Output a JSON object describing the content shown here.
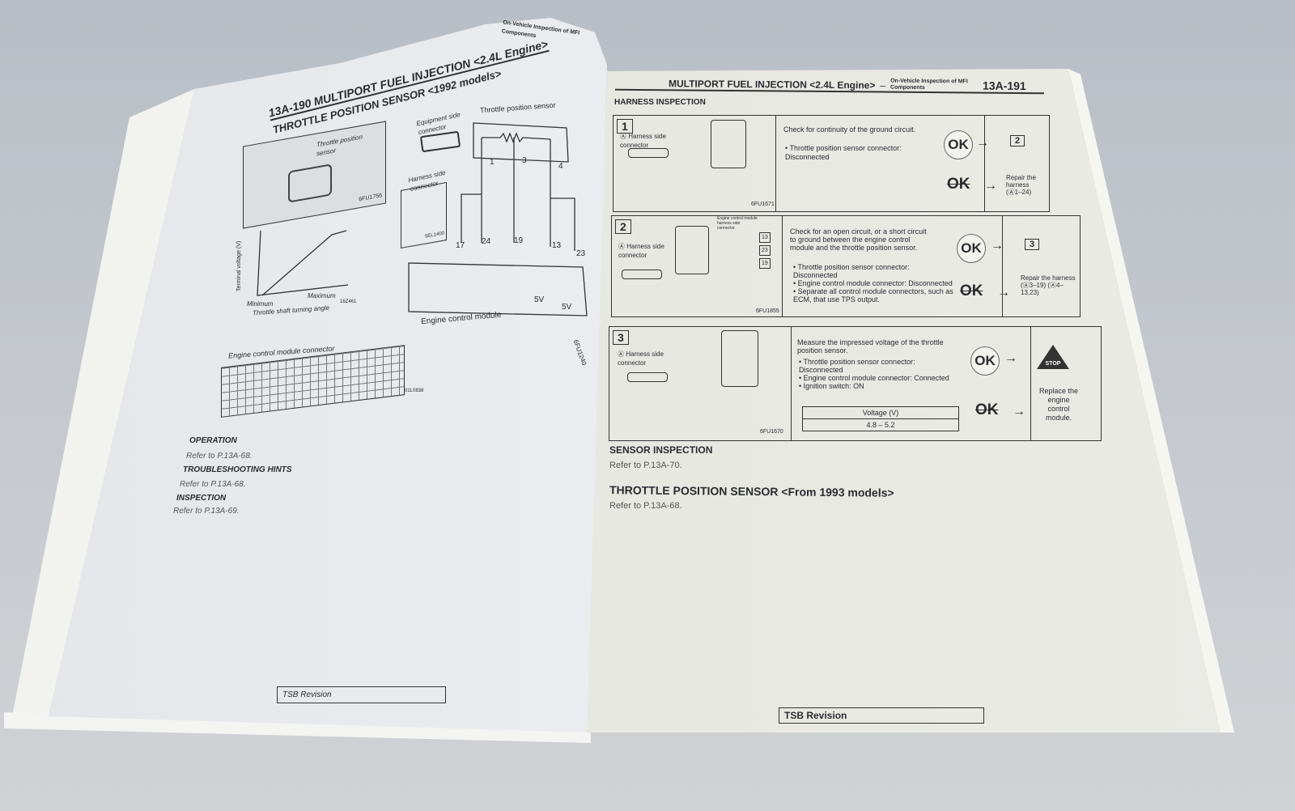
{
  "left_page": {
    "page_number": "13A-190",
    "header_title": "MULTIPORT FUEL INJECTION <2.4L Engine>",
    "header_sub": "On-Vehicle Inspection of MFI Components",
    "section_title": "THROTTLE POSITION SENSOR <1992 models>",
    "photo_label": "Throttle position sensor",
    "photo_code": "6FU1756",
    "equipment_connector": "Equipment side connector",
    "harness_connector": "Harness side connector",
    "connector_code": "5EL1400",
    "sensor_label": "Throttle position sensor",
    "sensor_pins": [
      "1",
      "3",
      "4"
    ],
    "ecm_pins": [
      "17",
      "24",
      "19",
      "13",
      "23"
    ],
    "voltages": [
      "5V",
      "5V"
    ],
    "ecm_label": "Engine control module",
    "diagram_code": "6FU1240",
    "graph": {
      "ylabel": "Terminal voltage (V)",
      "x_min": "Minimum",
      "x_max": "Maximum",
      "xlabel": "Throttle shaft turning angle",
      "code": "16Z461"
    },
    "ecm_connector_label": "Engine control module connector",
    "ecm_connector_code": "01L0838",
    "sections": [
      {
        "title": "OPERATION",
        "text": "Refer to P.13A-68."
      },
      {
        "title": "TROUBLESHOOTING HINTS",
        "text": "Refer to P.13A-68."
      },
      {
        "title": "INSPECTION",
        "text": "Refer to P.13A-69."
      }
    ],
    "footer": "TSB Revision"
  },
  "right_page": {
    "header_title": "MULTIPORT FUEL INJECTION <2.4L Engine>",
    "header_dash": "–",
    "header_sub": "On-Vehicle Inspection of MFI Components",
    "page_number": "13A-191",
    "section_title": "HARNESS INSPECTION",
    "steps": [
      {
        "num": "1",
        "connector": "Ⓐ Harness side connector",
        "code": "6FU1671",
        "text": "Check for continuity of the ground circuit.",
        "bullets": [
          "Throttle position sensor connector: Disconnected"
        ],
        "ok": "OK",
        "ok_next": "2",
        "ng": "OK",
        "ng_action": "Repair the harness",
        "ng_detail": "(Ⓐ1–24)"
      },
      {
        "num": "2",
        "connector": "Ⓐ Harness side connector",
        "ecm_label": "Engine control module harness side connector",
        "pins": [
          "13",
          "23",
          "19"
        ],
        "code": "6FU1855",
        "text": "Check for an open circuit, or a short circuit to ground between the engine control module and the throttle position sensor.",
        "bullets": [
          "Throttle position sensor connector: Disconnected",
          "Engine control module connector: Disconnected",
          "Separate all control module connectors, such as ECM, that use TPS output."
        ],
        "ok": "OK",
        "ok_next": "3",
        "ng": "OK",
        "ng_action": "Repair the harness",
        "ng_detail": "(Ⓐ3–19) (Ⓐ4–13,23)"
      },
      {
        "num": "3",
        "connector": "Ⓐ Harness side connector",
        "code": "6FU1670",
        "text": "Measure the impressed voltage of the throttle position sensor.",
        "bullets": [
          "Throttle position sensor connector: Disconnected",
          "Engine control module connector: Connected",
          "Ignition switch: ON"
        ],
        "table_header": "Voltage (V)",
        "table_value": "4.8 – 5.2",
        "ok": "OK",
        "ok_next": "STOP",
        "ng": "OK",
        "ng_action": "Replace the engine control module."
      }
    ],
    "sensor_inspection": {
      "title": "SENSOR INSPECTION",
      "text": "Refer to P.13A-70."
    },
    "tps_1993": {
      "title": "THROTTLE POSITION SENSOR <From 1993 models>",
      "text": "Refer to P.13A-68."
    },
    "footer": "TSB Revision"
  }
}
